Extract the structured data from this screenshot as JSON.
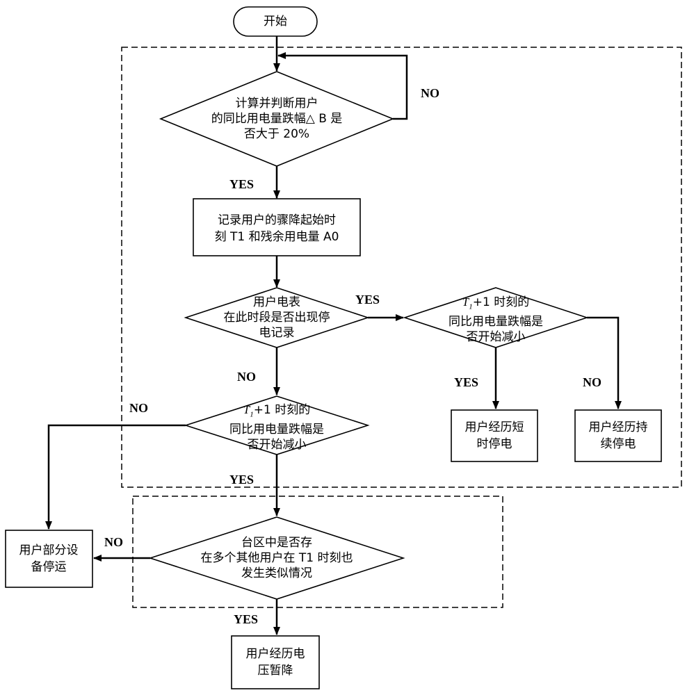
{
  "nodes": {
    "start": "开始",
    "cond_drop": [
      "计算并判断用户",
      "的同比用电量跌幅△ B 是",
      "否大于 20%"
    ],
    "record": [
      "记录用户的骤降起始时",
      "刻 T1 和残余用电量 A0"
    ],
    "cond_outage": [
      "用户电表",
      "在此时段是否出现停",
      "电记录"
    ],
    "cond_right": {
      "var": "T",
      "sub": "1",
      "rest": "+1 时刻的",
      "line2": "同比用电量跌幅是",
      "line3": "否开始减小"
    },
    "cond_left": {
      "var": "T",
      "sub": "1",
      "rest": "+1 时刻的",
      "line2": "同比用电量跌幅是",
      "line3": "否开始减小"
    },
    "short_outage": [
      "用户经历短",
      "时停电"
    ],
    "long_outage": [
      "用户经历持",
      "续停电"
    ],
    "partial_stop": [
      "用户部分设",
      "备停运"
    ],
    "cond_area": [
      "台区中是否存",
      "在多个其他用户在 T1 时刻也",
      "发生类似情况"
    ],
    "voltage_sag": [
      "用户经历电",
      "压暂降"
    ]
  },
  "labels": {
    "no_loop": "NO",
    "yes_record": "YES",
    "yes_right": "YES",
    "no_down": "NO",
    "yes_short": "YES",
    "no_long": "NO",
    "no_left": "NO",
    "yes_area": "YES",
    "no_partial": "NO",
    "yes_sag": "YES"
  }
}
